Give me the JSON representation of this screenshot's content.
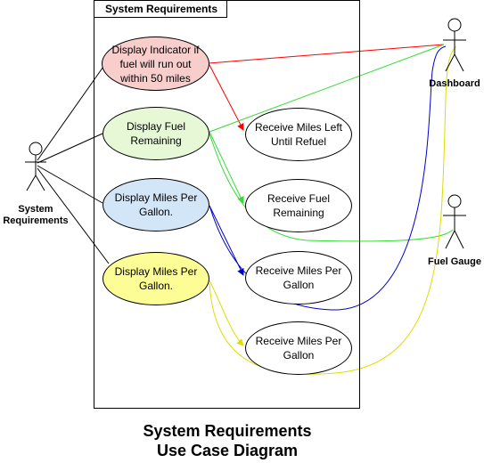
{
  "boundary": {
    "title": "System Requirements"
  },
  "actors": {
    "system": {
      "label_line1": "System",
      "label_line2": "Requirements"
    },
    "dashboard": {
      "label": "Dashboard"
    },
    "fuel_gauge": {
      "label": "Fuel Gauge"
    }
  },
  "use_cases": {
    "indicator": {
      "text": "Display Indicator if fuel will run out within 50 miles",
      "color": "#f8cecc"
    },
    "fuel_remaining": {
      "text": "Display Fuel Remaining",
      "color": "#e6f8d6"
    },
    "mpg_blue": {
      "text": "Display Miles Per Gallon.",
      "color": "#d3e6f8"
    },
    "mpg_yellow": {
      "text": "Display Miles Per Gallon.",
      "color": "#fdfd96"
    },
    "receive_miles_left": {
      "text": "Receive Miles Left Until Refuel"
    },
    "receive_fuel": {
      "text": "Receive Fuel Remaining"
    },
    "receive_mpg_1": {
      "text": "Receive Miles Per Gallon"
    },
    "receive_mpg_2": {
      "text": "Receive Miles Per Gallon"
    }
  },
  "edge_colors": {
    "red": "#ff0000",
    "green": "#33dd33",
    "blue": "#0000cc",
    "yellow": "#dddd00"
  },
  "caption": {
    "line1": "System Requirements",
    "line2": "Use Case Diagram"
  }
}
